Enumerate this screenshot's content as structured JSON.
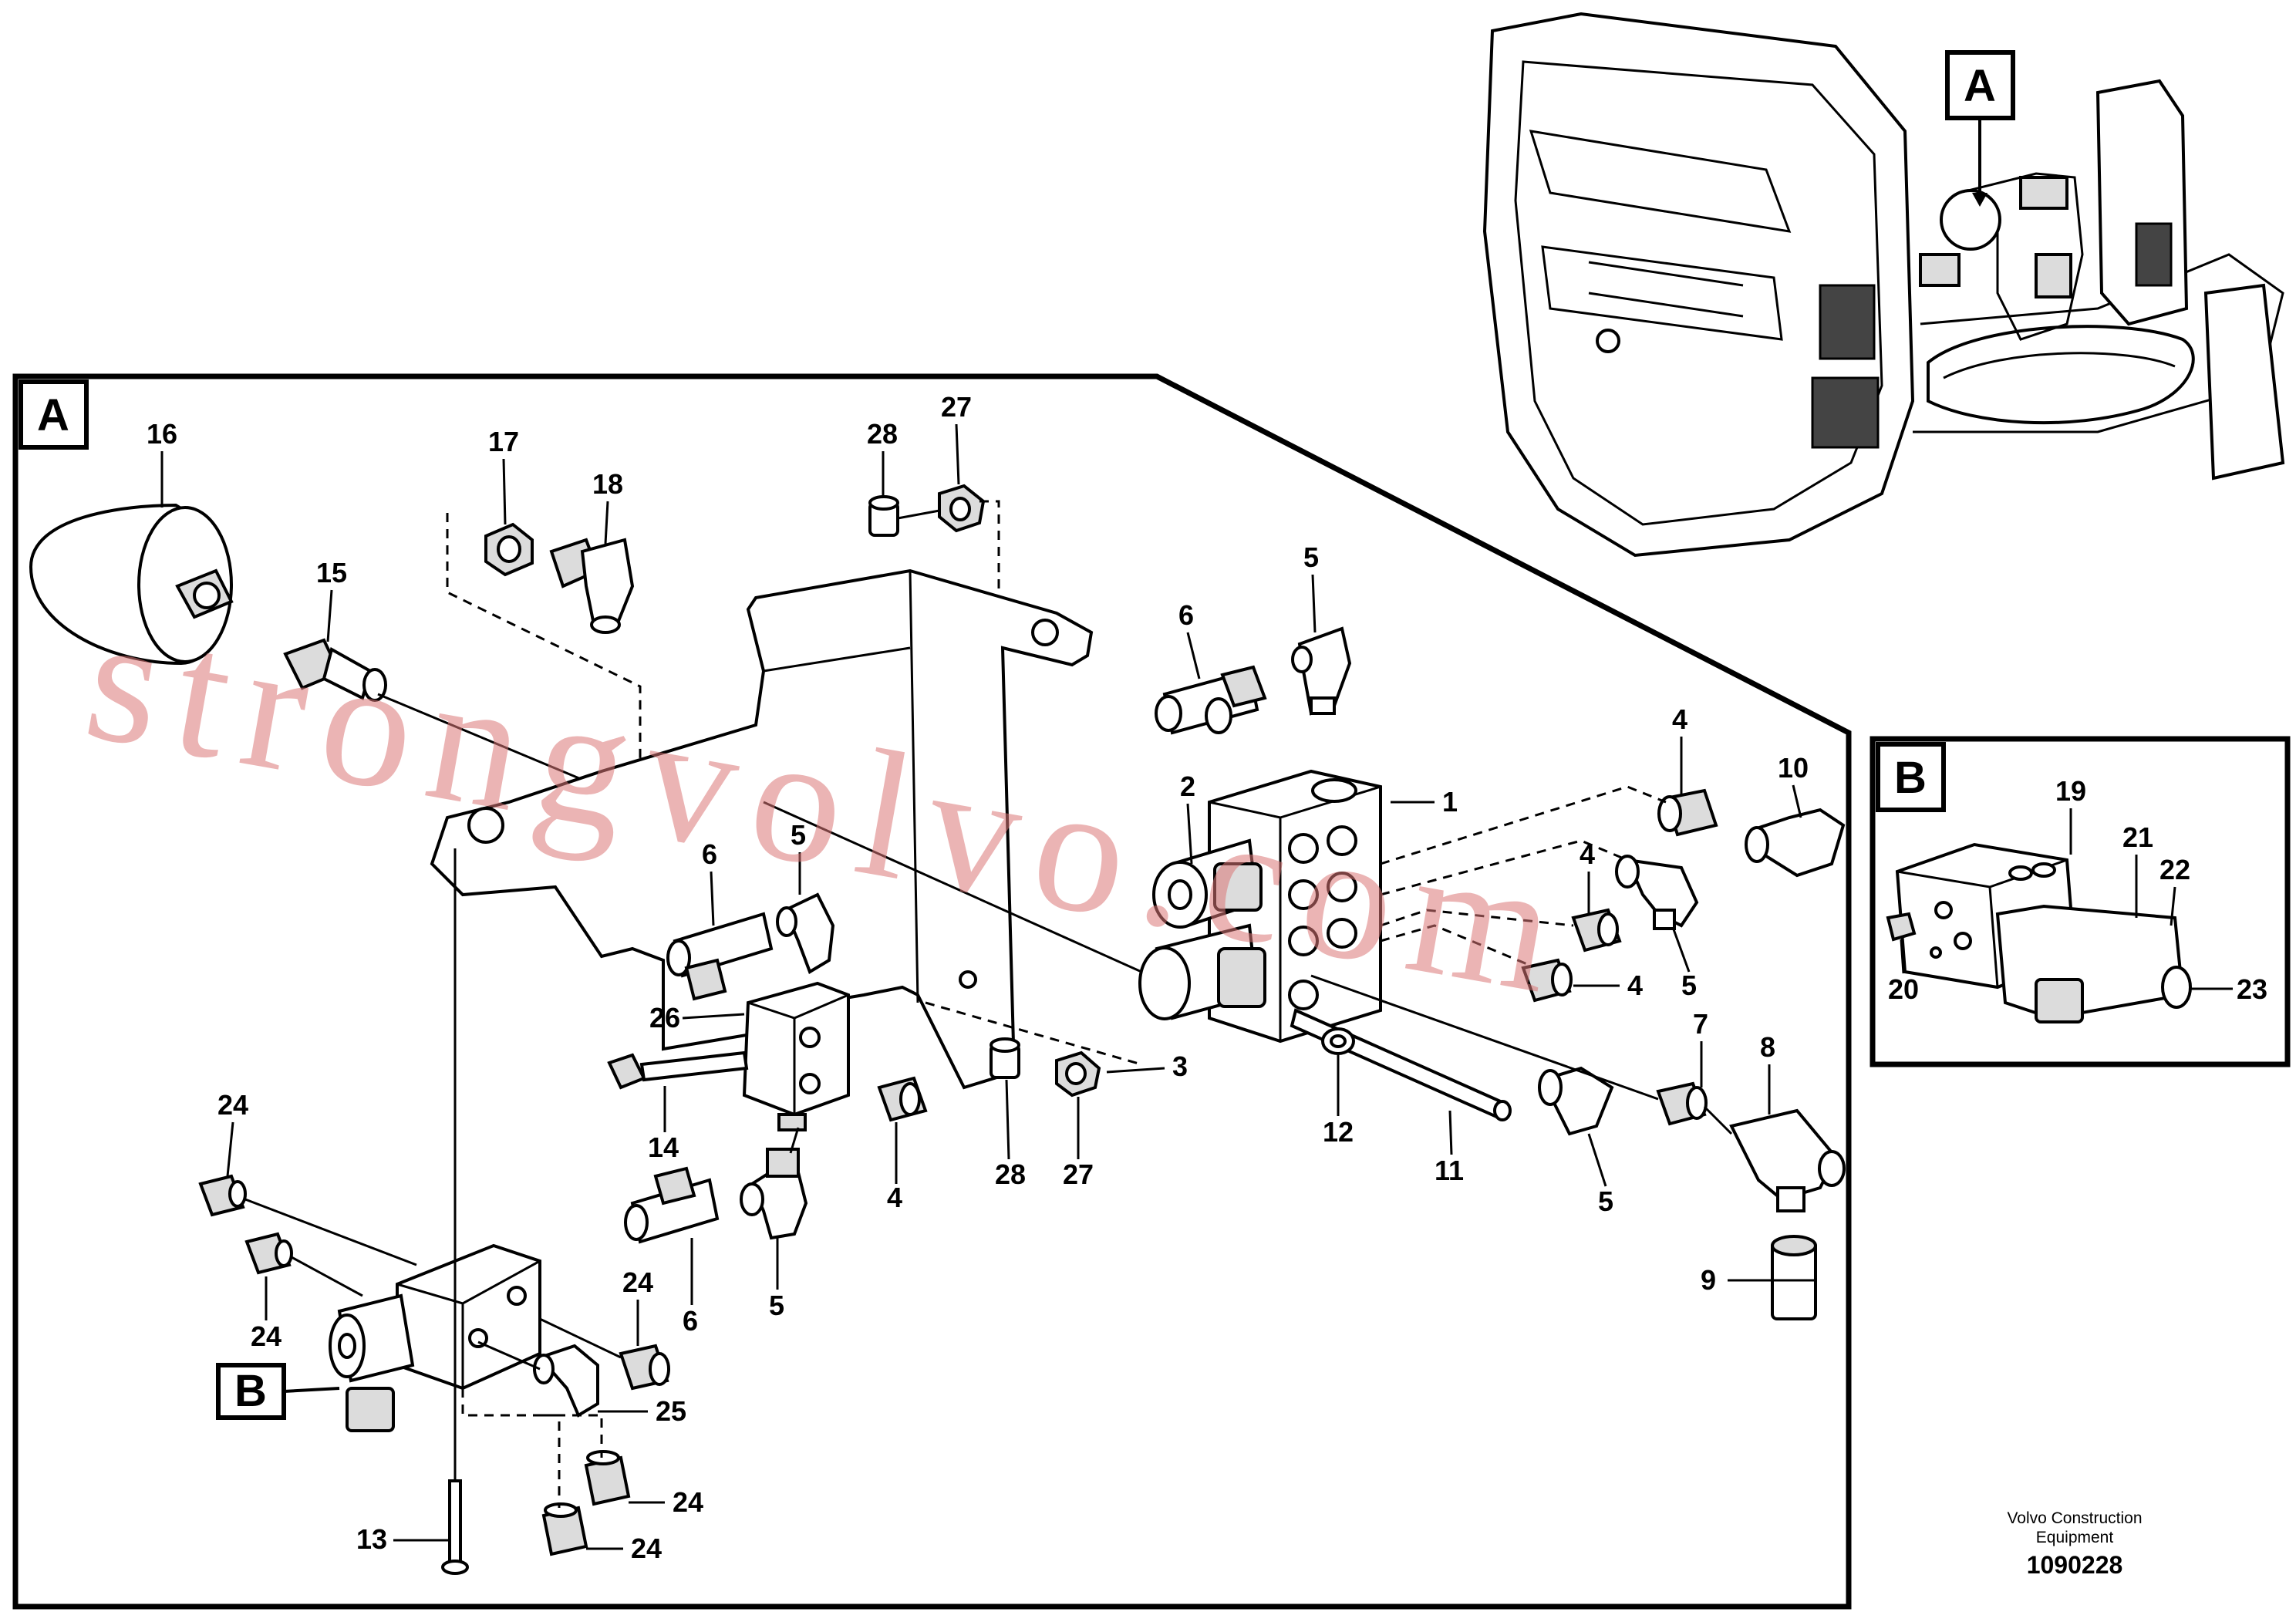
{
  "detail_a_label": "A",
  "detail_b_label": "B",
  "callout_a_label": "A",
  "callout_b_label": "B",
  "watermark": "strongvolvo.com",
  "footer": {
    "company_line1": "Volvo Construction",
    "company_line2": "Equipment",
    "drawing_number": "1090228"
  },
  "part_labels": {
    "p1": "1",
    "p2": "2",
    "p3": "3",
    "p4a": "4",
    "p4b": "4",
    "p4c": "4",
    "p4d": "4",
    "p5a": "5",
    "p5b": "5",
    "p5c": "5",
    "p5d": "5",
    "p5e": "5",
    "p6a": "6",
    "p6b": "6",
    "p6c": "6",
    "p7": "7",
    "p8": "8",
    "p9": "9",
    "p10": "10",
    "p11": "11",
    "p12": "12",
    "p13": "13",
    "p14": "14",
    "p15": "15",
    "p16": "16",
    "p17": "17",
    "p18": "18",
    "p19": "19",
    "p20": "20",
    "p21": "21",
    "p22": "22",
    "p23": "23",
    "p24a": "24",
    "p24b": "24",
    "p24c": "24",
    "p24d": "24",
    "p24e": "24",
    "p25": "25",
    "p26": "26",
    "p27a": "27",
    "p27b": "27",
    "p28a": "28",
    "p28b": "28"
  }
}
